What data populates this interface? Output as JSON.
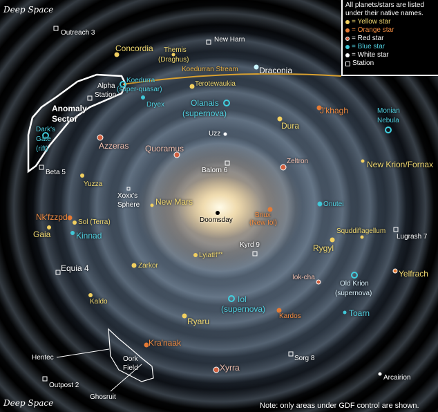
{
  "corner_labels": {
    "top_left": "Deep Space",
    "bottom_left": "Deep Space",
    "note": "Note: only areas under GDF control are shown."
  },
  "legend": {
    "intro_1": "All planets/stars are listed",
    "intro_2": "under their native names.",
    "items": [
      {
        "symbol": "= Yellow star",
        "color": "#f2d060"
      },
      {
        "symbol": "= Orange star",
        "color": "#e57a35"
      },
      {
        "symbol": "= Red star",
        "color": "#d06040"
      },
      {
        "symbol": "= Blue star",
        "color": "#40c8d8"
      },
      {
        "symbol": "= White star",
        "color": "#ffffff"
      },
      {
        "symbol": "Station",
        "color": "#ffffff"
      }
    ]
  },
  "regions": {
    "anomaly_1": "Anomaly",
    "anomaly_2": "Sector",
    "oork_1": "Oork",
    "oork_2": "Field",
    "stream": "Koedurran Stream",
    "hentec": "Hentec",
    "ghosruit": "Ghosruit"
  },
  "places": {
    "outreach3": "Outreach 3",
    "concordia": "Concordia",
    "themis_1": "Themis",
    "themis_2": "(Draghus)",
    "new_harn": "New Harn",
    "draconia": "Draconia",
    "koedurra_1": "Koedurra",
    "koedurra_2": "(super-quasar)",
    "alpha_1": "Alpha",
    "alpha_2": "Station",
    "terotewaukia": "Terotewaukia",
    "dryex": "Dryex",
    "olanais_1": "Olanais",
    "olanais_2": "(supernova)",
    "darks_1": "Dark's",
    "darks_2": "Gate",
    "darks_3": "(rift)",
    "azzeras": "Azzeras",
    "uzz": "Uzz",
    "jkhagh": "J'khagh",
    "dura": "Dura",
    "monian_1": "Monian",
    "monian_2": "Nebula",
    "quoramus": "Quoramus",
    "balorn6": "Balorn 6",
    "zeltron": "Zeltron",
    "new_krion": "New Krion/Fornax",
    "beta5": "Beta 5",
    "yuzza": "Yuzza",
    "xoxx_1": "Xoxx's",
    "xoxx_2": "Sphere",
    "new_mars": "New Mars",
    "doomsday": "Doomsday",
    "nkfzzpd": "Nk'fzzpd",
    "sol": "Sol (Terra)",
    "gaia": "Gaia",
    "kinnad": "Kinnad",
    "briux_1": "Briux",
    "briux_2": "(New Iol)",
    "onutei": "Onutei",
    "squddi": "Squddiflagellum",
    "lugrash7": "Lugrash 7",
    "kyrd9": "Kyrd 9",
    "rygyl": "Rygyl",
    "lyiath": "Lyiath",
    "lyiath_mark": "***",
    "equia4": "Equia 4",
    "zarkor": "Zarkor",
    "yelfrach": "Yelfrach",
    "iokcha": "Iok-cha",
    "oldkrion_1": "Old Krion",
    "oldkrion_2": "(supernova)",
    "iol_1": "Iol",
    "iol_2": "(supernova)",
    "kaldo": "Kaldo",
    "kardos": "Kardos",
    "toarn": "Toarn",
    "ryaru": "Ryaru",
    "kranaak": "Kra'naak",
    "sorg8": "Sorg 8",
    "xyrra": "Xyrra",
    "outpost2": "Outpost 2",
    "arcairion": "Arcairion"
  }
}
